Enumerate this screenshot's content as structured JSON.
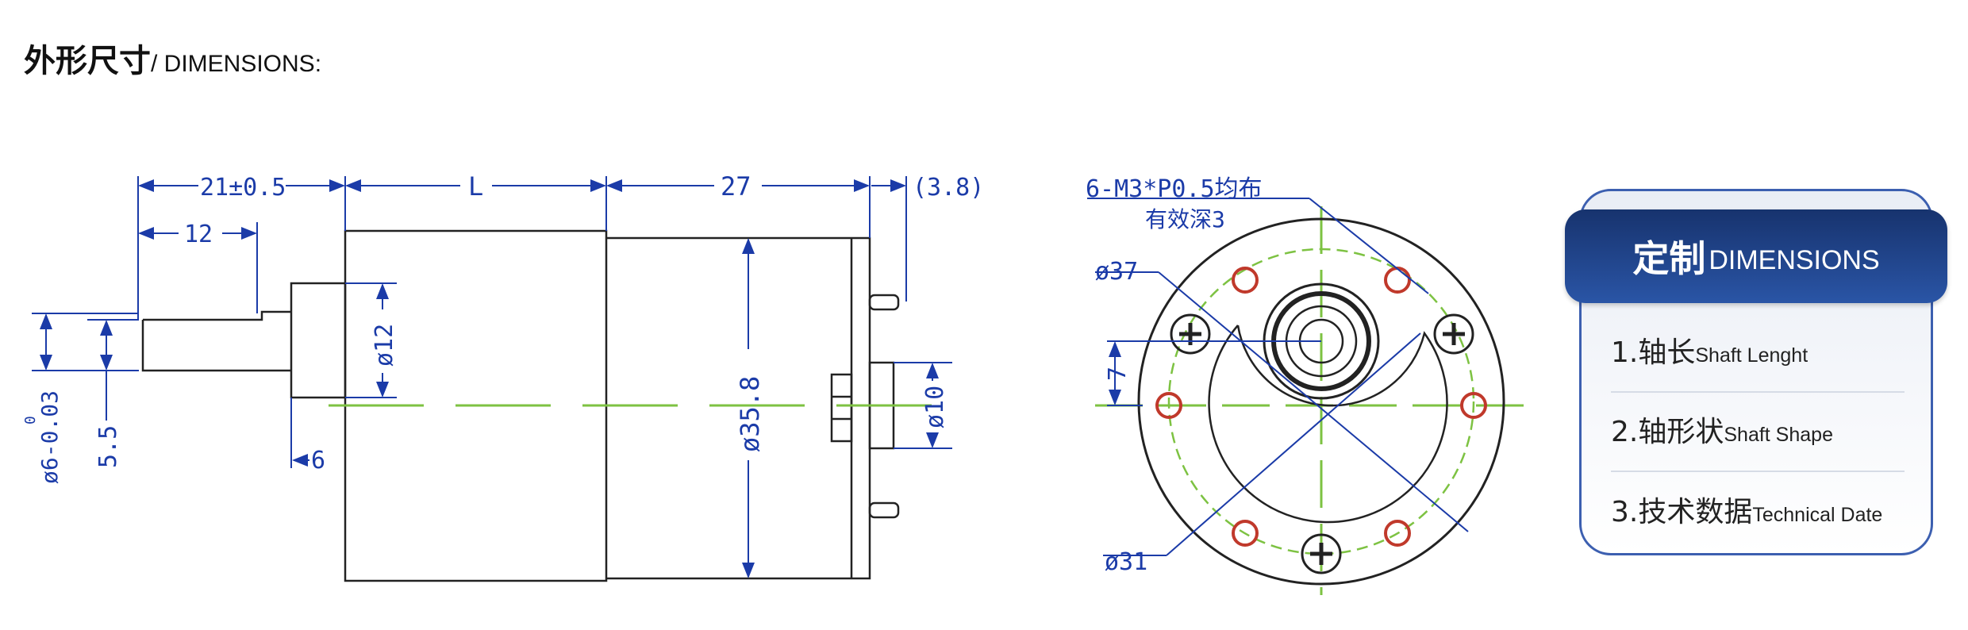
{
  "header": {
    "title_cn": "外形尺寸",
    "title_en": "/ DIMENSIONS:"
  },
  "side_view": {
    "dim_shaft_total": "21±0.5",
    "dim_body": "L",
    "dim_motor": "27",
    "dim_terminal": "(3.8)",
    "dim_shaft_flat": "12",
    "dim_hub_dia": "ø12",
    "dim_motor_dia": "ø35.8",
    "dim_boss_dia": "ø10",
    "dim_shaft_dia": "ø6-0.03",
    "dim_shaft_tol_upper": "0",
    "dim_flat": "5.5",
    "dim_hub_len": "6"
  },
  "front_view": {
    "thread_note": "6-M3*P0.5均布",
    "depth_note": "有效深3",
    "outer_dia": "ø37",
    "pcd": "ø31",
    "offset": "7"
  },
  "colors": {
    "dimension": "#1b3ba8",
    "centerline": "#7dc242",
    "hole": "#c0392b",
    "card_header": "#1f4490"
  },
  "card": {
    "title_cn": "定制",
    "title_en": "DIMENSIONS",
    "items": [
      {
        "cn": "1.轴长",
        "en": "Shaft Lenght"
      },
      {
        "cn": "2.轴形状",
        "en": "Shaft Shape"
      },
      {
        "cn": "3.技术数据",
        "en": "Technical Date"
      }
    ]
  }
}
